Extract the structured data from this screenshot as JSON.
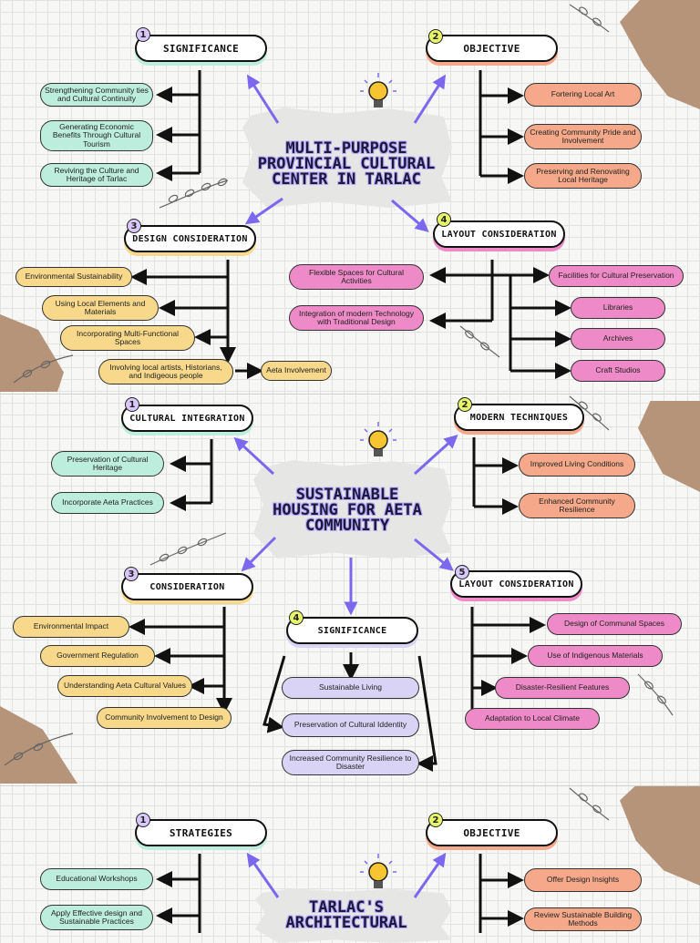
{
  "panel1": {
    "title": "MULTI-PURPOSE PROVINCIAL CULTURAL CENTER IN TARLAC",
    "branches": [
      {
        "num": "1",
        "label": "SIGNIFICANCE",
        "items": [
          "Strengthening Community ties and Cultural Continuity",
          "Generating Economic Benefits Through Cultural Tourism",
          "Reviving the Culture and Heritage of Tarlac"
        ]
      },
      {
        "num": "2",
        "label": "OBJECTIVE",
        "items": [
          "Fortering  Local Art",
          "Creating Community Pride and Involvement",
          "Preserving and Renovating Local Heritage"
        ]
      },
      {
        "num": "3",
        "label": "DESIGN CONSIDERATION",
        "items": [
          "Environmental Sustainability",
          "Using Local Elements and Materials",
          "Incorporating Multi-Functional Spaces",
          "Involving local  artists, Historians, and Indigeous people"
        ],
        "extra": "Aeta Involvement"
      },
      {
        "num": "4",
        "label": "LAYOUT CONSIDERATION",
        "items": [
          "Flexible Spaces for  Cultural Activities",
          "Integration of modern Technology with Traditional Design"
        ],
        "right_items": [
          "Facilities for Cultural  Preservation",
          "Libraries",
          "Archives",
          "Craft Studios"
        ]
      }
    ]
  },
  "panel2": {
    "title": "SUSTAINABLE HOUSING FOR AETA COMMUNITY",
    "branches": [
      {
        "num": "1",
        "label": "CULTURAL INTEGRATION",
        "items": [
          "Preservation of Cultural Heritage",
          "Incorporate Aeta Practices"
        ]
      },
      {
        "num": "2",
        "label": "MODERN TECHNIQUES",
        "items": [
          "Improved Living Conditions",
          "Enhanced Community Resilience"
        ]
      },
      {
        "num": "3",
        "label": "CONSIDERATION",
        "items": [
          "Environmental Impact",
          "Government  Regulation",
          "Understanding Aeta Cultural Values",
          "Community Involvement to Design"
        ]
      },
      {
        "num": "4",
        "label": "SIGNIFICANCE",
        "items": [
          "Sustainable Living",
          "Preservation of Cultural Iddentity",
          "Increased  Community Resilience to Disaster"
        ]
      },
      {
        "num": "5",
        "label": "LAYOUT CONSIDERATION",
        "items": [
          "Design of Communal Spaces",
          "Use of Indigenous  Materials",
          "Disaster-Resilient Features",
          "Adaptation to Local Climate"
        ]
      }
    ]
  },
  "panel3": {
    "title": "TARLAC'S ARCHITECTURAL",
    "branches": [
      {
        "num": "1",
        "label": "STRATEGIES",
        "items": [
          "Educational Workshops",
          "Apply Effective design and Sustainable Practices"
        ]
      },
      {
        "num": "2",
        "label": "OBJECTIVE",
        "items": [
          "Offer Design Insights",
          "Review Sustainable Building Methods"
        ]
      }
    ]
  },
  "colors": {
    "mint": "#bdeedd",
    "salmon": "#f5a98a",
    "yellow": "#f8d88b",
    "pink": "#ee8ac7",
    "lavender": "#d9d3f5",
    "arrow": "#7b68ee",
    "badge": "#e6f56a",
    "kraft": "#b69479"
  },
  "icons": [
    "lightbulb-icon",
    "leaf-branch-icon",
    "arrow-icon"
  ]
}
